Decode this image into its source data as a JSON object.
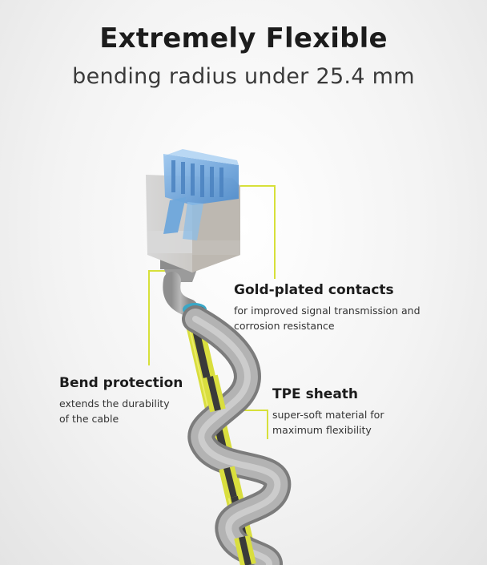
{
  "header": {
    "title": "Extremely Flexible",
    "subtitle": "bending radius under 25.4 mm"
  },
  "callouts": {
    "gold": {
      "heading": "Gold-plated contacts",
      "line1": "for improved signal transmission and",
      "line2": "corrosion resistance"
    },
    "bend": {
      "heading": "Bend protection",
      "line1": "extends the durability",
      "line2": "of the cable"
    },
    "tpe": {
      "heading": "TPE sheath",
      "line1": "super-soft material for",
      "line2": "maximum flexibility"
    }
  },
  "colors": {
    "accent_line": "#d7e03a",
    "connector_blue": "#6aa3d8",
    "sheath_gray": "#a9a9a9",
    "inner_yellow": "#d9de3e"
  }
}
